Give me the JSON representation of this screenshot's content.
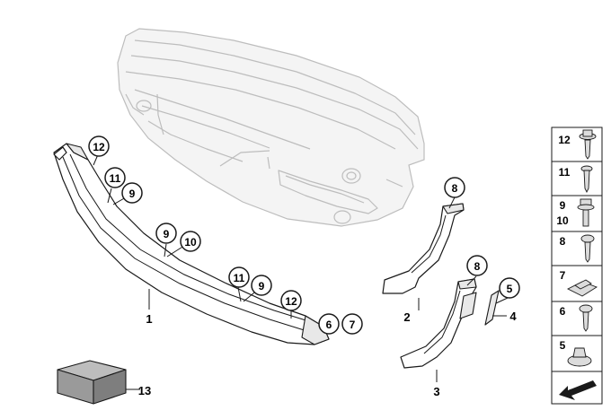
{
  "callouts": {
    "c12a": "12",
    "c11a": "11",
    "c9a": "9",
    "c9b": "9",
    "c10b": "10",
    "c11c": "11",
    "c9c": "9",
    "c12c": "12",
    "c6": "6",
    "c7": "7",
    "c8a": "8",
    "c8b": "8",
    "c5": "5"
  },
  "labels": {
    "part1": "1",
    "part2": "2",
    "part3": "3",
    "part4": "4",
    "part13": "13"
  },
  "hardware_panel": {
    "items": [
      {
        "labels": [
          "12"
        ],
        "icon": "collar-screw-icon"
      },
      {
        "labels": [
          "11"
        ],
        "icon": "self-tapping-screw-icon"
      },
      {
        "labels": [
          "9",
          "10"
        ],
        "icon": "hex-bolt-icon"
      },
      {
        "labels": [
          "8"
        ],
        "icon": "oval-head-screw-icon"
      },
      {
        "labels": [
          "7"
        ],
        "icon": "clip-nut-icon"
      },
      {
        "labels": [
          "6"
        ],
        "icon": "body-screw-icon"
      },
      {
        "labels": [
          "5"
        ],
        "icon": "expanding-rivet-icon"
      },
      {
        "labels": [],
        "icon": "arrow-icon"
      }
    ]
  }
}
